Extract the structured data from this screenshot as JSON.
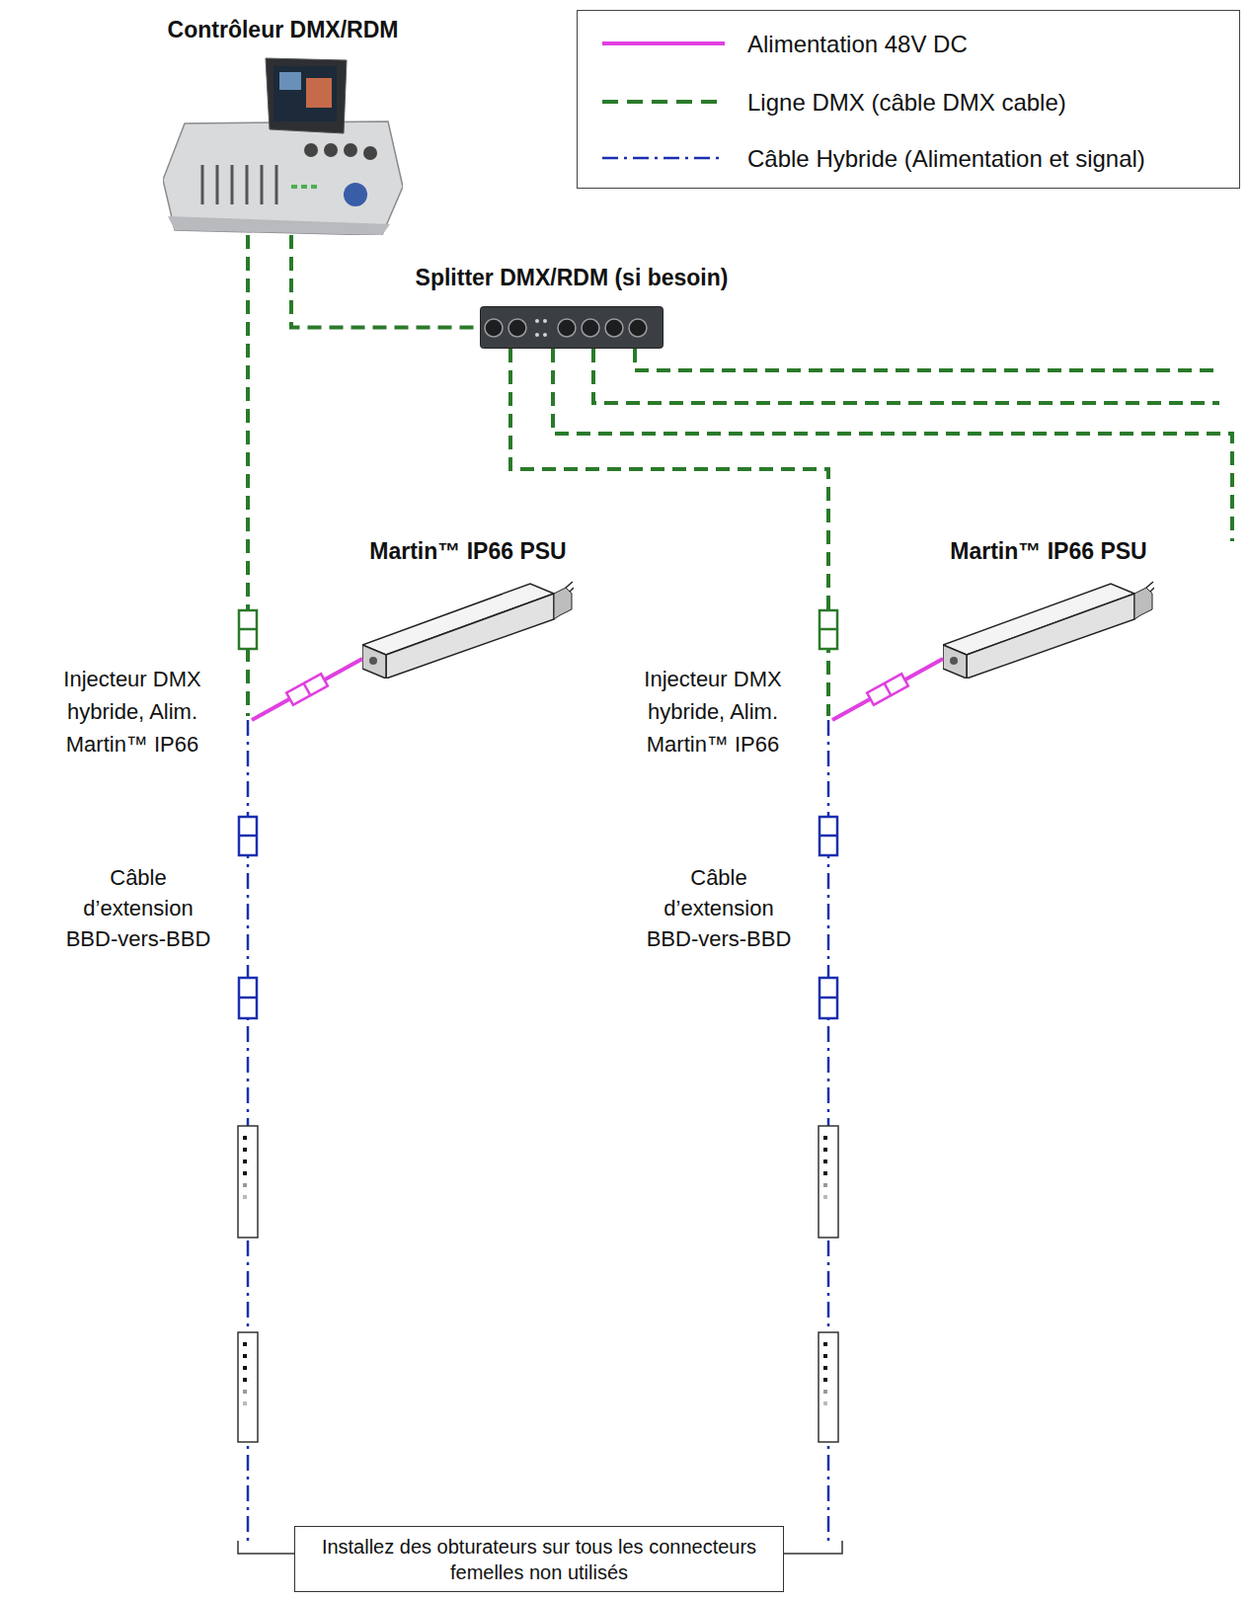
{
  "diagram": {
    "nodes": [
      {
        "text": [
          "Contrôleur DMX/RDM"
        ]
      },
      {
        "text": [
          "Splitter DMX/RDM (si besoin)"
        ]
      },
      {
        "text": [
          "Martin™ IP66 PSU"
        ]
      },
      {
        "text": [
          "Martin™ IP66 PSU"
        ]
      },
      {
        "text": [
          "Injecteur DMX hybride, Alim. Martin™ IP66"
        ]
      },
      {
        "text": [
          "Injecteur DMX hybride, Alim. Martin™ IP66"
        ]
      },
      {
        "text": [
          "Installez des obturateurs sur tous les connecteurs femelles non utilisés"
        ]
      }
    ],
    "edges": [
      {
        "from": 0,
        "to": 1,
        "arrow": "none"
      },
      {
        "from": 0,
        "to": 4,
        "arrow": "none"
      },
      {
        "from": 1,
        "to": 5,
        "arrow": "none"
      },
      {
        "from": 2,
        "to": 4,
        "arrow": "none"
      },
      {
        "from": 3,
        "to": 5,
        "arrow": "none"
      }
    ],
    "labels": [
      "Câble d’extension BBD-vers-BBD",
      "Câble d’extension BBD-vers-BBD"
    ],
    "legend": [
      {
        "text": "Alimentation 48V DC"
      },
      {
        "text": "Ligne DMX (câble DMX cable)"
      },
      {
        "text": "Câble Hybride (Alimentation et signal)"
      }
    ]
  }
}
